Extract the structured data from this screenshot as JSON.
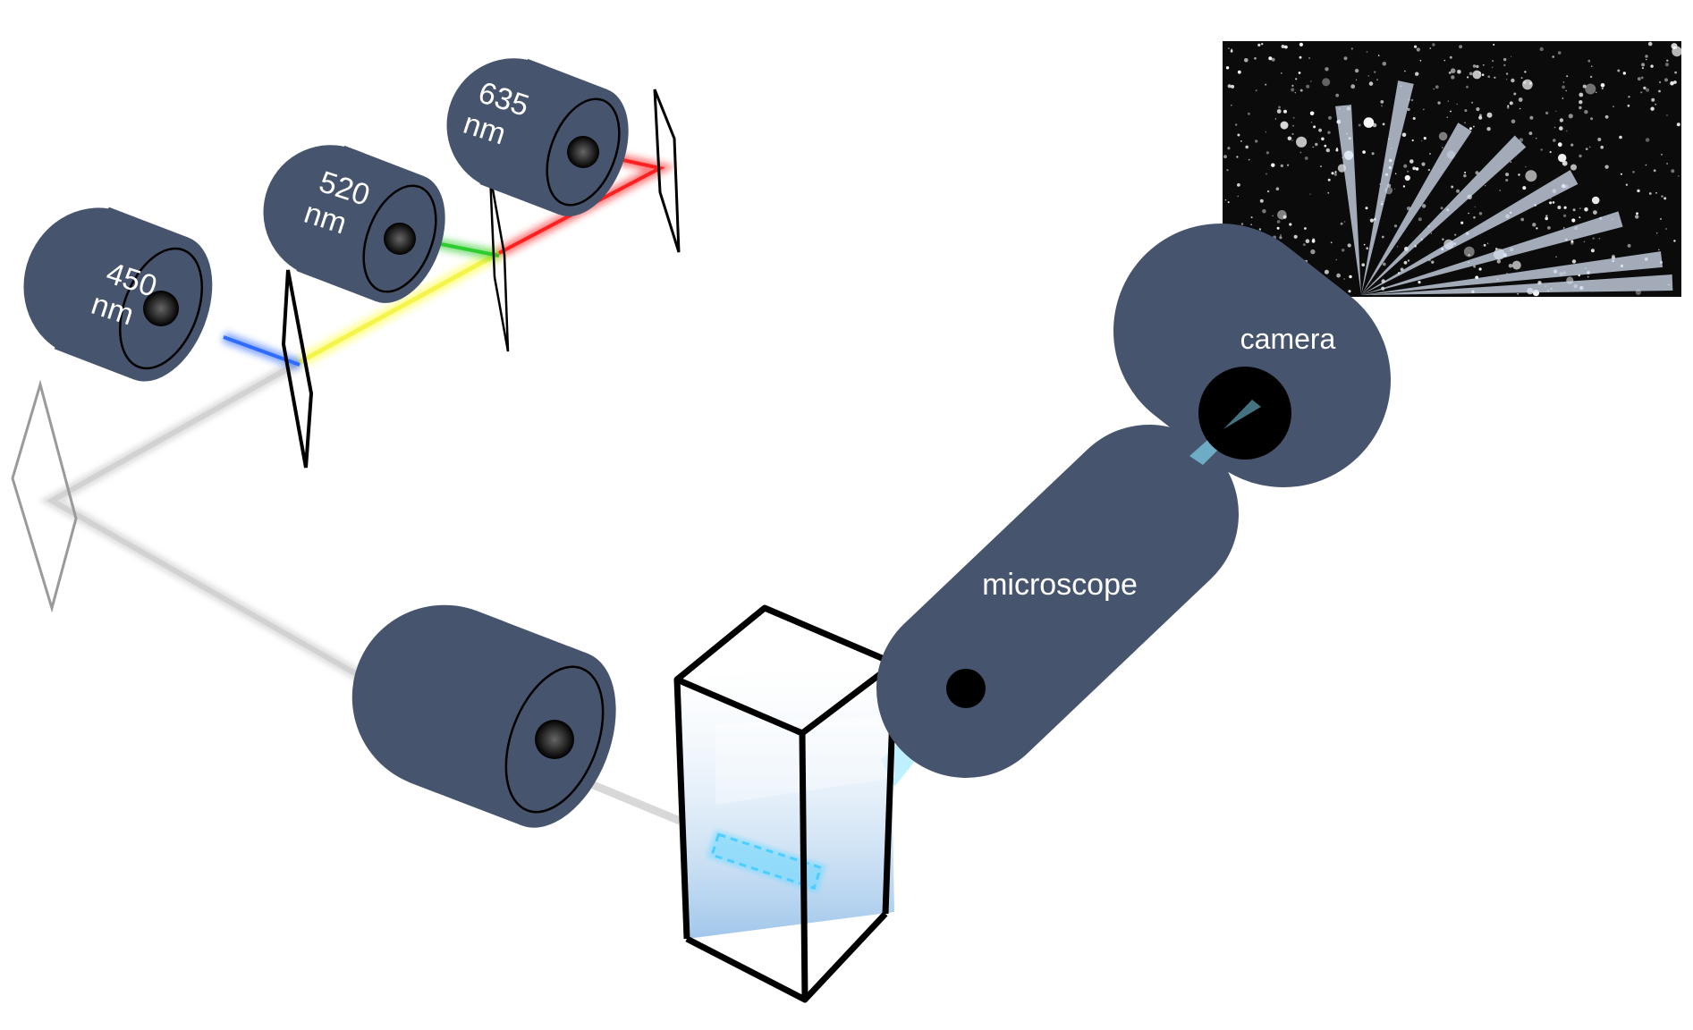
{
  "lasers": [
    {
      "wavelength": "450",
      "unit": "nm",
      "beam_color": "#2f6bff"
    },
    {
      "wavelength": "520",
      "unit": "nm",
      "beam_color": "#2ecc2e"
    },
    {
      "wavelength": "635",
      "unit": "nm",
      "beam_color": "#ff2020"
    }
  ],
  "labels": {
    "microscope": "microscope",
    "camera": "camera"
  },
  "colors": {
    "body": "#46556d",
    "combined_beam": "#ffff44",
    "white_beam": "#c8c8c8",
    "fluorescence": "#88e4ff",
    "cuvette_fill": "#b6d3ee"
  }
}
